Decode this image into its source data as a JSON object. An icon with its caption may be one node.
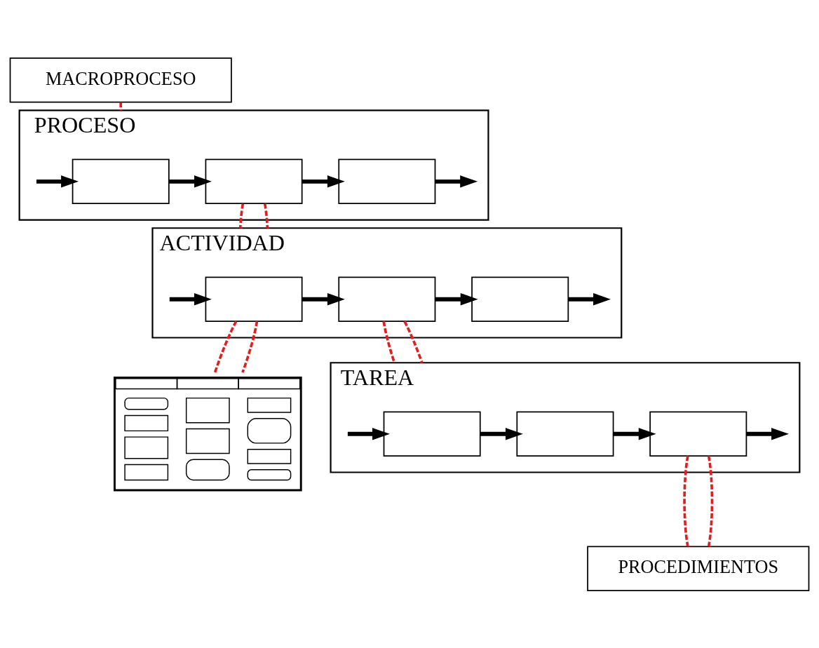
{
  "diagram": {
    "nodes": [
      {
        "text": [
          "MACROPROCESO"
        ]
      },
      {
        "text": [
          "PROCESO"
        ]
      },
      {
        "text": [],
        "shape": "box",
        "in": 1
      },
      {
        "text": [],
        "shape": "box",
        "in": 1
      },
      {
        "text": [],
        "shape": "box",
        "in": 1
      },
      {
        "text": [
          "ACTIVIDAD"
        ]
      },
      {
        "text": [],
        "shape": "box",
        "in": 5
      },
      {
        "text": [],
        "shape": "box",
        "in": 5
      },
      {
        "text": [],
        "shape": "box",
        "in": 5
      },
      {
        "text": [],
        "shape": "picture"
      },
      {
        "text": [
          "TAREA"
        ]
      },
      {
        "text": [],
        "shape": "box",
        "in": 10
      },
      {
        "text": [],
        "shape": "box",
        "in": 10
      },
      {
        "text": [],
        "shape": "box",
        "in": 10
      },
      {
        "text": [
          "PROCEDIMIENTOS"
        ]
      }
    ],
    "edges": [
      {
        "from": 0,
        "to": 1,
        "arrow": "none",
        "style": "dashed",
        "color": "#e02020"
      },
      {
        "from": null,
        "to": 2,
        "arrow": "to"
      },
      {
        "from": 2,
        "to": 3,
        "arrow": "to"
      },
      {
        "from": 3,
        "to": 4,
        "arrow": "to"
      },
      {
        "from": 4,
        "to": null,
        "arrow": "to"
      },
      {
        "from": 3,
        "to": 5,
        "arrow": "none",
        "style": "dashed",
        "color": "#e02020"
      },
      {
        "from": 3,
        "to": 5,
        "arrow": "none",
        "style": "dashed",
        "color": "#e02020"
      },
      {
        "from": null,
        "to": 6,
        "arrow": "to"
      },
      {
        "from": 6,
        "to": 7,
        "arrow": "to"
      },
      {
        "from": 7,
        "to": 8,
        "arrow": "to"
      },
      {
        "from": 8,
        "to": null,
        "arrow": "to"
      },
      {
        "from": 6,
        "to": 9,
        "arrow": "none",
        "style": "dashed",
        "color": "#e02020"
      },
      {
        "from": 6,
        "to": 9,
        "arrow": "none",
        "style": "dashed",
        "color": "#e02020"
      },
      {
        "from": 7,
        "to": 10,
        "arrow": "none",
        "style": "dashed",
        "color": "#e02020"
      },
      {
        "from": 7,
        "to": 10,
        "arrow": "none",
        "style": "dashed",
        "color": "#e02020"
      },
      {
        "from": null,
        "to": 11,
        "arrow": "to"
      },
      {
        "from": 11,
        "to": 12,
        "arrow": "to"
      },
      {
        "from": 12,
        "to": 13,
        "arrow": "to"
      },
      {
        "from": 13,
        "to": null,
        "arrow": "to"
      },
      {
        "from": 13,
        "to": 14,
        "arrow": "none",
        "style": "dashed",
        "color": "#e02020"
      },
      {
        "from": 13,
        "to": 14,
        "arrow": "none",
        "style": "dashed",
        "color": "#e02020"
      }
    ]
  }
}
